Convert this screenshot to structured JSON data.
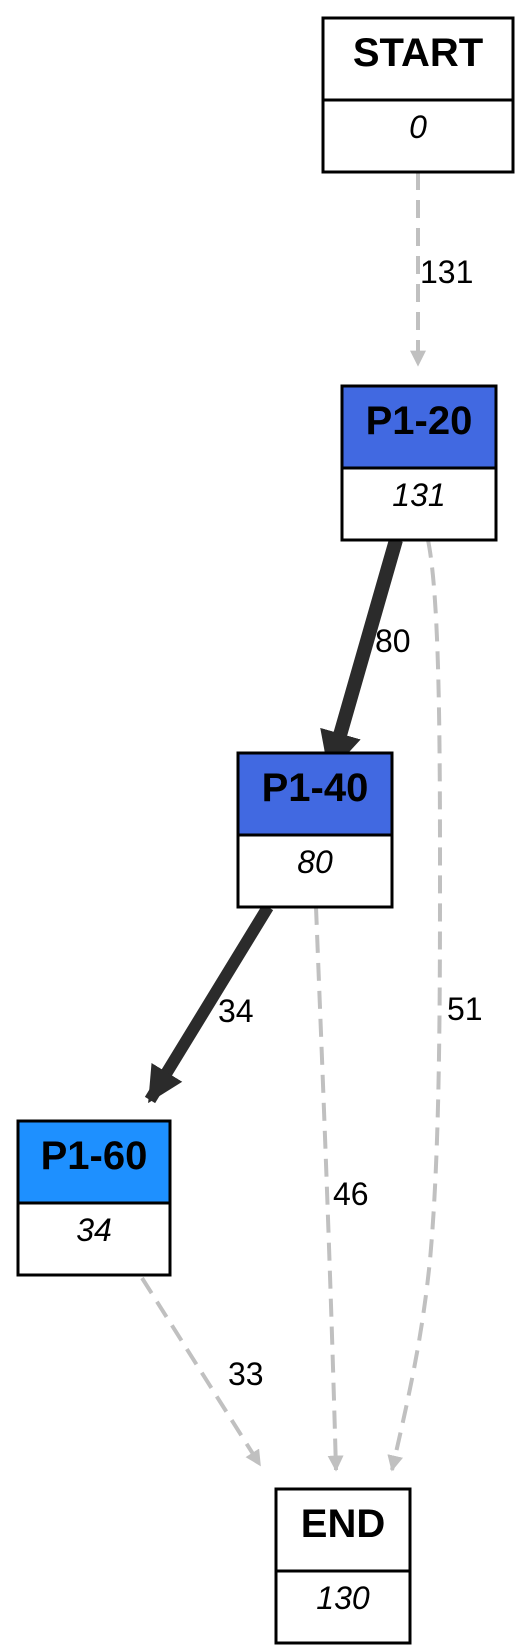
{
  "colors": {
    "start_header": "#ffffff",
    "p1_20_header": "#4169E1",
    "p1_40_header": "#4169E1",
    "p1_60_header": "#1E90FF",
    "end_header": "#ffffff",
    "strong_edge": "#2b2b2b",
    "weak_edge": "#c0c0c0"
  },
  "nodes": {
    "start": {
      "title": "START",
      "count": "0"
    },
    "p1_20": {
      "title": "P1-20",
      "count": "131"
    },
    "p1_40": {
      "title": "P1-40",
      "count": "80"
    },
    "p1_60": {
      "title": "P1-60",
      "count": "34"
    },
    "end": {
      "title": "END",
      "count": "130"
    }
  },
  "edges": {
    "start_to_p1_20": "131",
    "p1_20_to_p1_40": "80",
    "p1_20_to_end": "51",
    "p1_40_to_p1_60": "34",
    "p1_40_to_end": "46",
    "p1_60_to_end": "33"
  }
}
